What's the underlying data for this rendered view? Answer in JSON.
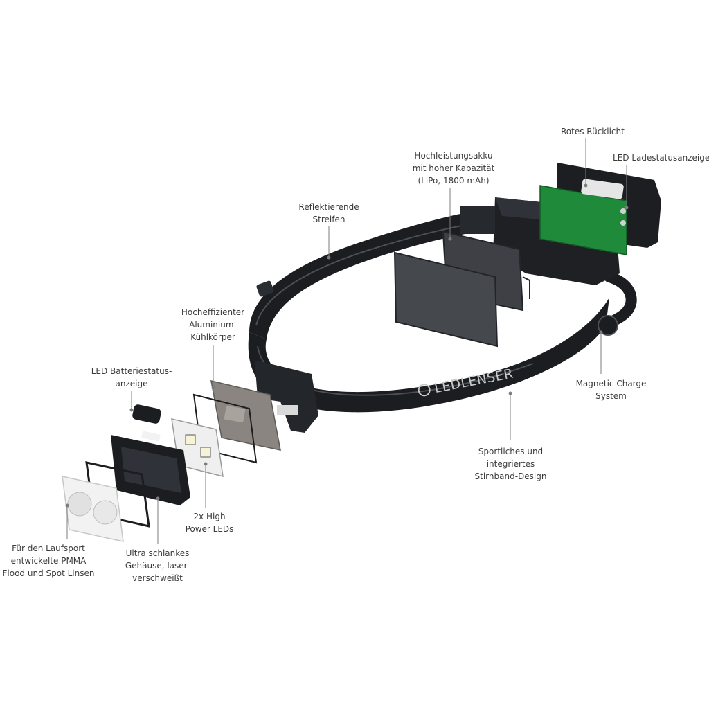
{
  "brand": {
    "logo_text": "LEDLENSER"
  },
  "callouts": {
    "rear_light": [
      "Rotes Rücklicht"
    ],
    "charge_indicator": [
      "LED Ladestatusanzeige"
    ],
    "battery": [
      "Hochleistungsakku",
      "mit hoher Kapazität",
      "(LiPo, 1800 mAh)"
    ],
    "reflective": [
      "Reflektierende",
      "Streifen"
    ],
    "heatsink": [
      "Hocheffizienter",
      "Aluminium-",
      "Kühlkörper"
    ],
    "battery_status": [
      "LED Batteriestatus-",
      "anzeige"
    ],
    "magnetic_charge": [
      "Magnetic Charge",
      "System"
    ],
    "headband": [
      "Sportliches und",
      "integriertes",
      "Stirnband-Design"
    ],
    "leds": [
      "2x High",
      "Power LEDs"
    ],
    "lenses": [
      "Für den Laufsport",
      "entwickelte PMMA",
      "Flood und Spot Linsen"
    ],
    "housing": [
      "Ultra schlankes",
      "Gehäuse, laser-",
      "verschweißt"
    ]
  },
  "colors": {
    "band": "#1b1d21",
    "band_edge": "#3a3d43",
    "pcb_green": "#1f8a3a",
    "heatsink": "#8a8580",
    "leader": "#7d7d7d"
  }
}
